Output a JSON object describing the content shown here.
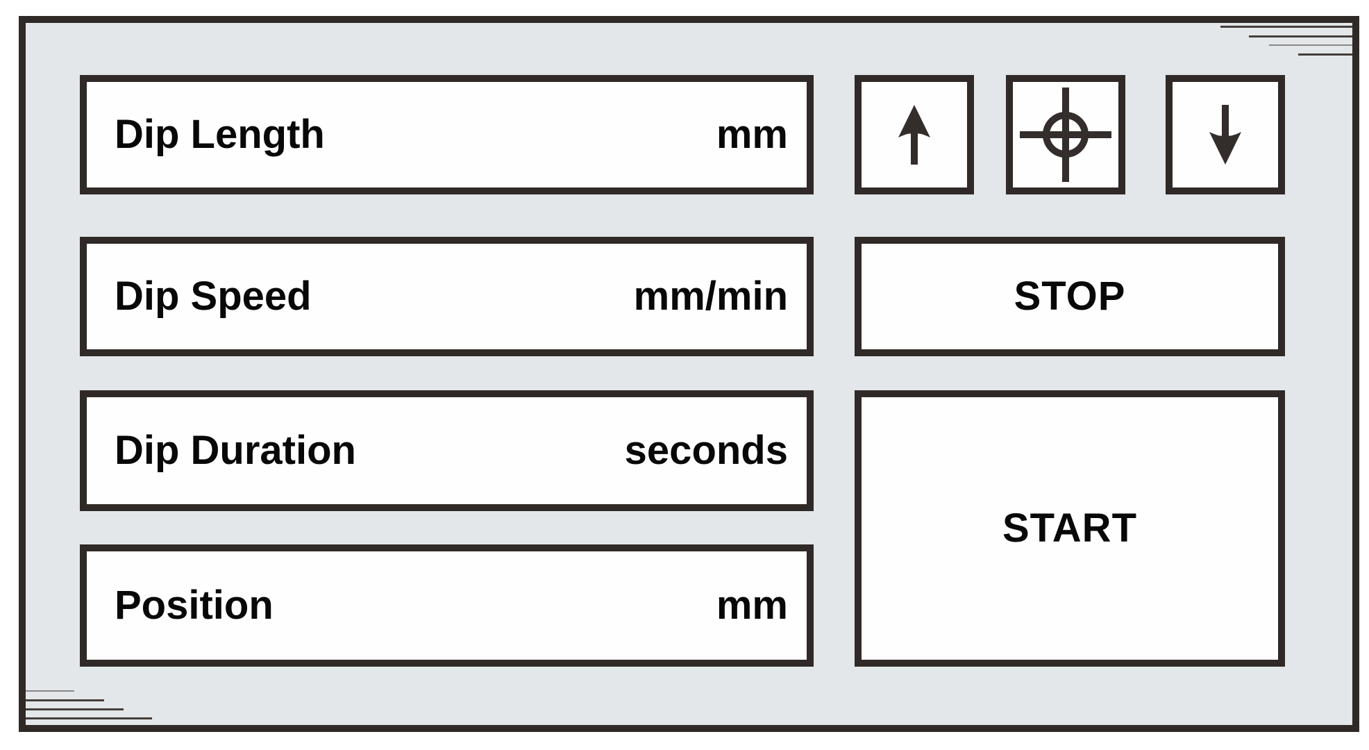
{
  "fields": [
    {
      "label": "Dip Length",
      "unit": "mm"
    },
    {
      "label": "Dip Speed",
      "unit": "mm/min"
    },
    {
      "label": "Dip Duration",
      "unit": "seconds"
    },
    {
      "label": "Position",
      "unit": "mm"
    }
  ],
  "controls": {
    "up_icon": "arrow-up",
    "home_icon": "crosshair-target",
    "down_icon": "arrow-down",
    "stop_label": "STOP",
    "start_label": "START"
  },
  "colors": {
    "page_background": "#ffffff",
    "panel_background": "#e3e7e9",
    "frame_border": "#2f2927",
    "box_fill": "#fefefe",
    "text": "#080808",
    "icon": "#332d2b"
  }
}
